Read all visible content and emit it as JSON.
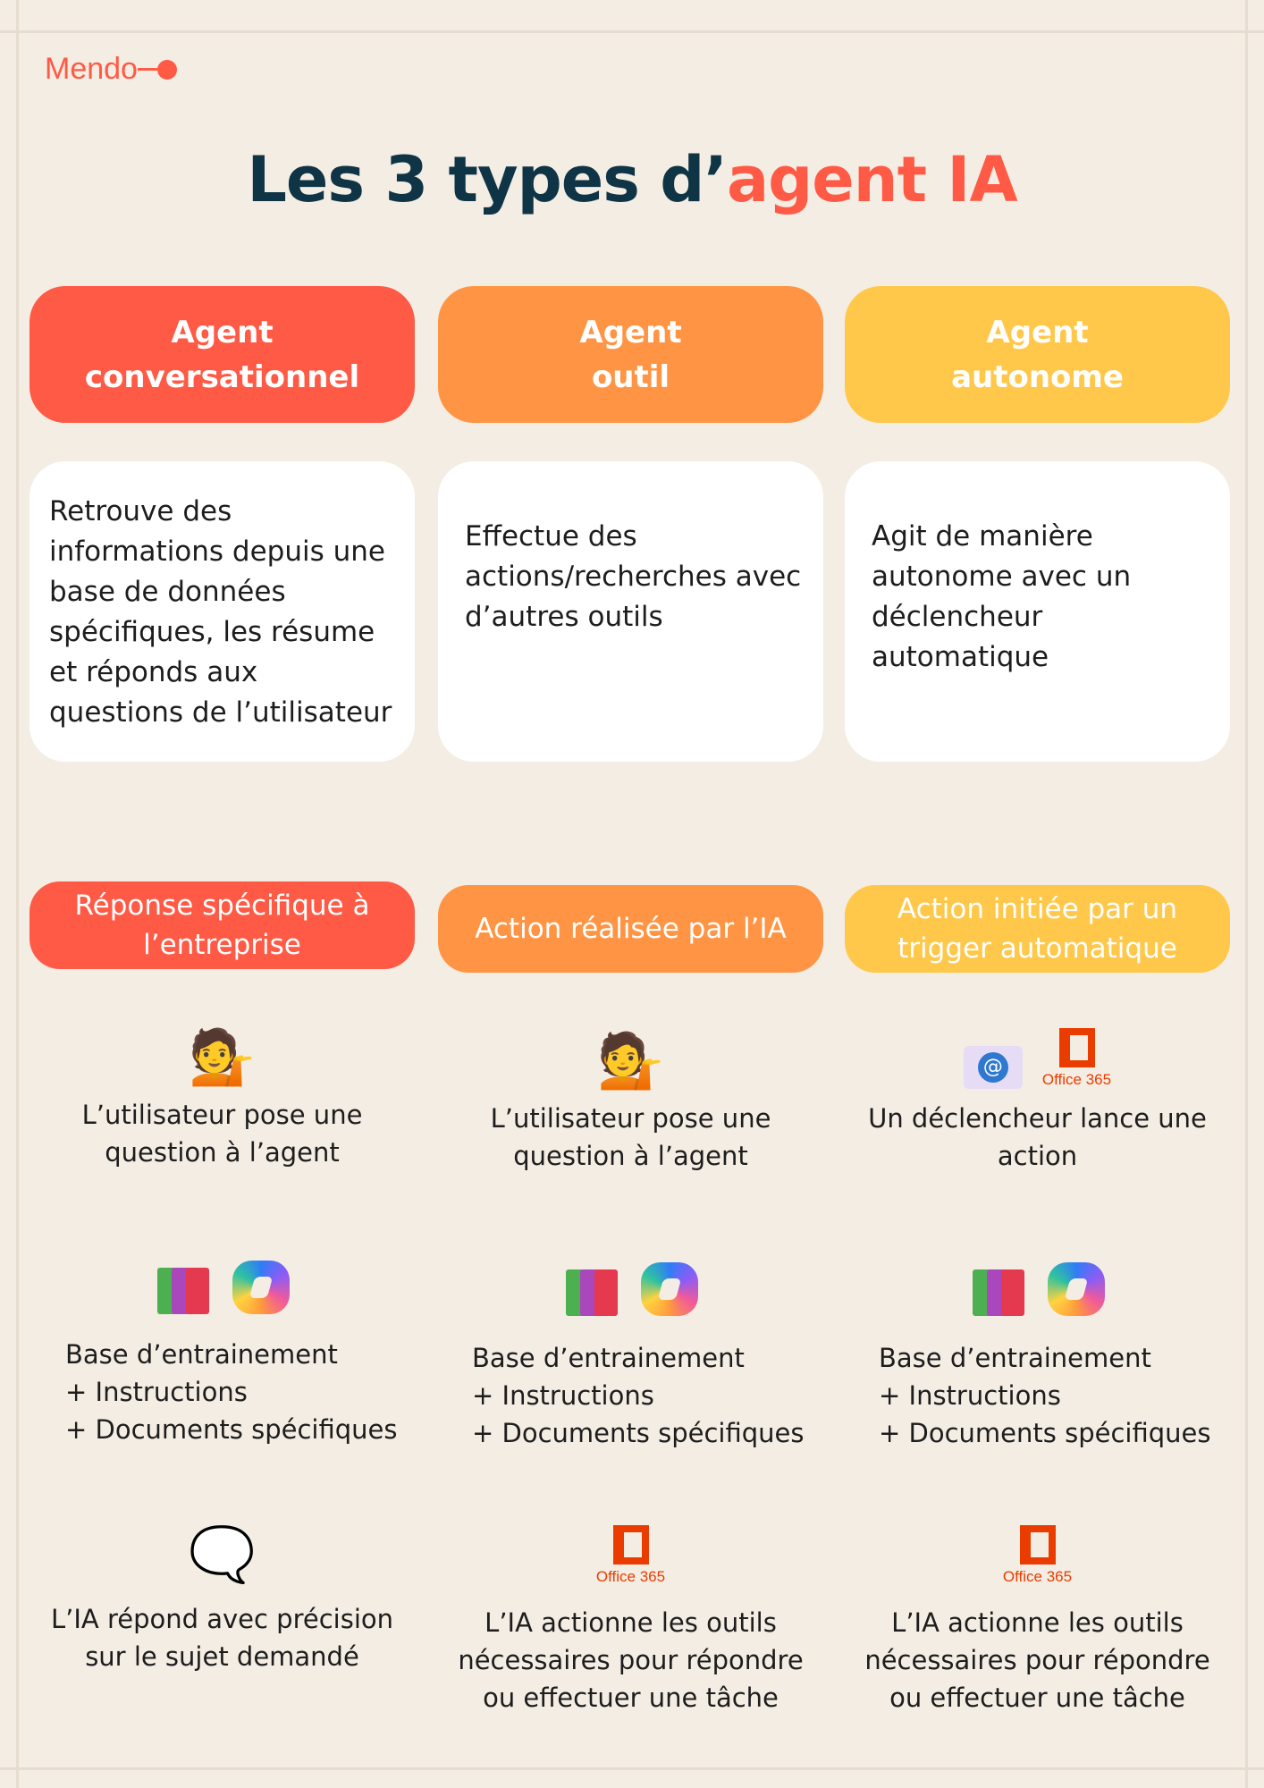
{
  "logo": "Mendo",
  "title": {
    "main": "Les 3 types d’",
    "accent": "agent IA"
  },
  "colors": {
    "red": "#ff5a45",
    "orange": "#ff9544",
    "yellow": "#ffc84a",
    "title": "#0e3446",
    "background": "#f4ede3"
  },
  "columns": [
    {
      "header": "Agent conversationnel",
      "description": "Retrouve des informations depuis une base de données spécifiques, les résume et réponds aux questions de l’utilisateur",
      "tag": "Réponse spécifique à l’entreprise",
      "step1": "L’utilisateur pose une question à l’agent",
      "step2": [
        "Base d’entrainement",
        "+ Instructions",
        "+ Documents spécifiques"
      ],
      "step3": "L’IA répond avec précision sur le sujet demandé"
    },
    {
      "header": "Agent outil",
      "description": "Effectue des actions/recherches avec d’autres outils",
      "tag": "Action réalisée par l’IA",
      "step1": "L’utilisateur pose une question à l’agent",
      "step2": [
        "Base d’entrainement",
        "+ Instructions",
        "+ Documents spécifiques"
      ],
      "step3": "L’IA actionne les outils nécessaires pour répondre ou effectuer une tâche"
    },
    {
      "header": "Agent autonome",
      "description": "Agit de manière autonome avec un déclencheur automatique",
      "tag": "Action initiée par un trigger automatique",
      "step1": "Un déclencheur lance une action",
      "step2": [
        "Base d’entrainement",
        "+ Instructions",
        "+ Documents spécifiques"
      ],
      "step3": "L’IA actionne les outils nécessaires pour répondre ou effectuer une tâche"
    }
  ],
  "office_label": "Office 365",
  "icons": [
    "person-raising-hand-icon",
    "email-icon",
    "office365-icon",
    "books-icon",
    "copilot-icon",
    "writing-bubble-icon"
  ]
}
